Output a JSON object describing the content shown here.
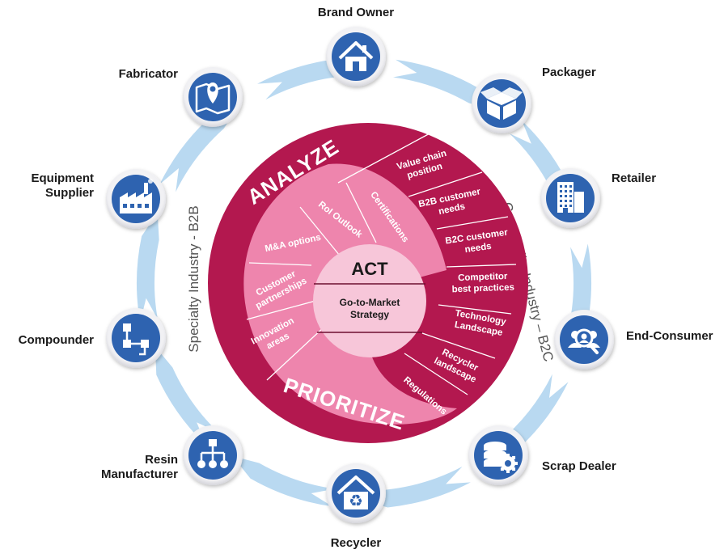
{
  "nodes": [
    {
      "key": "brand-owner",
      "label": [
        "Brand Owner"
      ],
      "icon": "house-icon"
    },
    {
      "key": "packager",
      "label": [
        "Packager"
      ],
      "icon": "box-icon"
    },
    {
      "key": "retailer",
      "label": [
        "Retailer"
      ],
      "icon": "building-icon"
    },
    {
      "key": "end-consumer",
      "label": [
        "End-Consumer"
      ],
      "icon": "users-search-icon"
    },
    {
      "key": "scrap-dealer",
      "label": [
        "Scrap Dealer"
      ],
      "icon": "database-gear-icon"
    },
    {
      "key": "recycler",
      "label": [
        "Recycler"
      ],
      "icon": "recycle-house-icon"
    },
    {
      "key": "resin-manufacturer",
      "label": [
        "Resin",
        "Manufacturer"
      ],
      "icon": "hierarchy-icon"
    },
    {
      "key": "compounder",
      "label": [
        "Compounder"
      ],
      "icon": "flowchart-icon"
    },
    {
      "key": "equipment-supplier",
      "label": [
        "Equipment",
        "Supplier"
      ],
      "icon": "factory-icon"
    },
    {
      "key": "fabricator",
      "label": [
        "Fabricator"
      ],
      "icon": "map-pin-icon"
    }
  ],
  "side_labels": {
    "left": "Specialty Industry - B2B",
    "right": "Commodity Industry – B2C"
  },
  "analyze": {
    "title": "ANALYZE",
    "items": [
      [
        "Value chain",
        "position"
      ],
      [
        "B2B customer",
        "needs"
      ],
      [
        "B2C customer",
        "needs"
      ],
      [
        "Competitor",
        "best practices"
      ],
      [
        "Technology",
        "Landscape"
      ],
      [
        "Recycler",
        "landscape"
      ],
      [
        "Regulations"
      ]
    ]
  },
  "prioritize": {
    "title": "PRIORITIZE",
    "items": [
      [
        "Certifications"
      ],
      [
        "RoI  Outlook"
      ],
      [
        "M&A options"
      ],
      [
        "Customer",
        "partnerships"
      ],
      [
        "Innovation",
        "areas"
      ]
    ]
  },
  "act": {
    "title": "ACT",
    "subtitle": [
      "Go-to-Market",
      "Strategy"
    ]
  },
  "colors": {
    "node_fill": "#2e63b0",
    "node_ring": "#e6e6ea",
    "arrow": "#b9d9f1",
    "analyze": "#b3184f",
    "prioritize": "#ee85ad",
    "act": "#f7c6d9",
    "act_line": "#6d0f30"
  }
}
